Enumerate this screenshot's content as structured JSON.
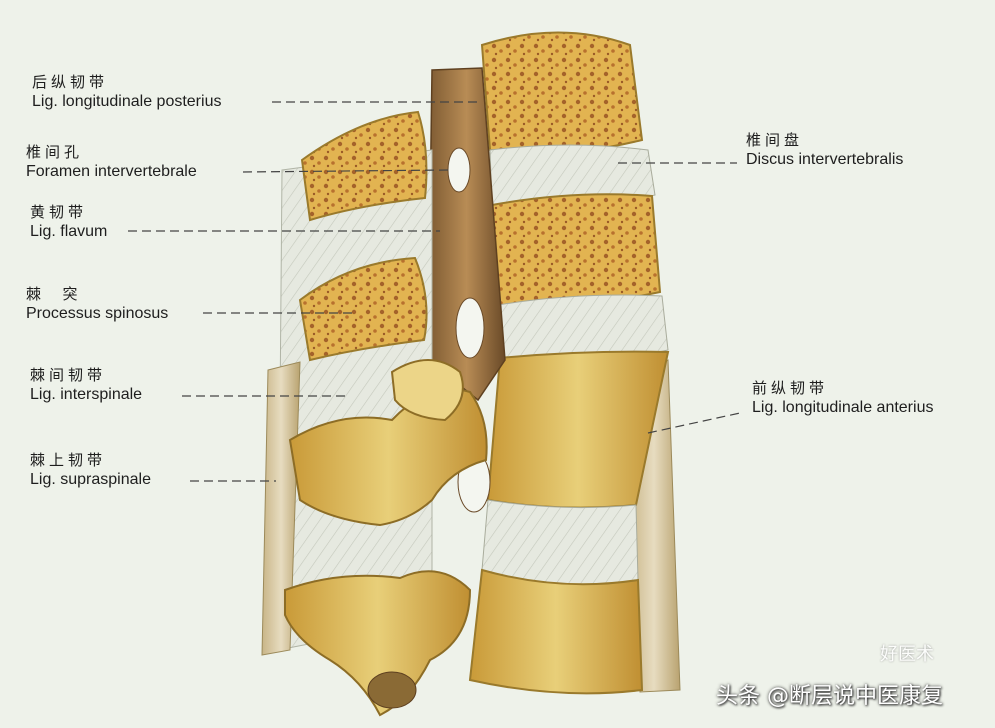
{
  "labels": [
    {
      "id": "lig-long-post",
      "zh": "后纵韧带",
      "la": "Lig. longitudinale posterius"
    },
    {
      "id": "foramen",
      "zh": "椎间孔",
      "la": "Foramen intervertebrale"
    },
    {
      "id": "flavum",
      "zh": "黄韧带",
      "la": "Lig. flavum"
    },
    {
      "id": "spinosus",
      "zh": "棘  突",
      "la": "Processus spinosus"
    },
    {
      "id": "interspinale",
      "zh": "棘间韧带",
      "la": "Lig. interspinale"
    },
    {
      "id": "supraspinale",
      "zh": "棘上韧带",
      "la": "Lig. supraspinale"
    },
    {
      "id": "discus",
      "zh": "椎间盘",
      "la": "Discus intervertebralis"
    },
    {
      "id": "lig-long-ant",
      "zh": "前纵韧带",
      "la": "Lig. longitudinale anterius"
    }
  ],
  "watermark": "头条 @断层说中医康复",
  "watermark_faint": "好医术",
  "colors": {
    "bone": "#d8b250",
    "bone_light": "#eedc94",
    "cancellous": "#c98a3a",
    "disc": "#e8ece4",
    "ligament": "#a98a55",
    "background": "#eef2ea"
  }
}
